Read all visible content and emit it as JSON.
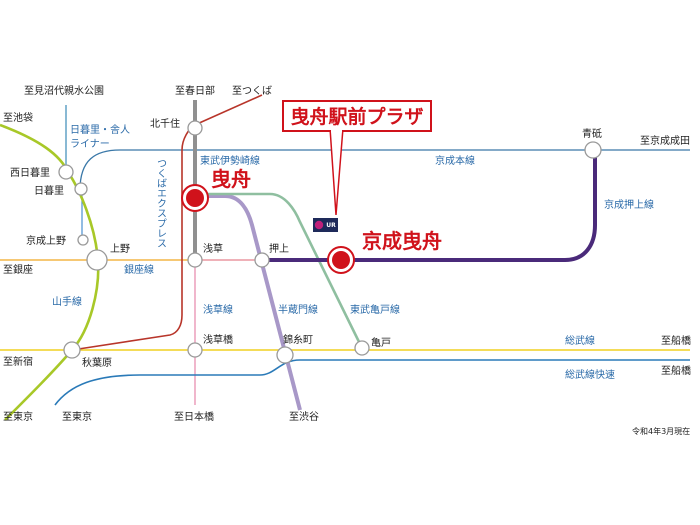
{
  "callout": {
    "label": "曳舟駅前プラザ"
  },
  "logo": {
    "text": "UR"
  },
  "note": "令和4年3月現在",
  "colors": {
    "keisei": "#3a78a8",
    "oshiage": "#4a2a7a",
    "tobu_isesaki": "#909090",
    "tobu_kameido": "#8fbfa0",
    "hanzomon": "#a898c8",
    "ginza": "#f0a820",
    "tsukuba": "#b8352a",
    "yamanote": "#a8c828",
    "asakusa": "#e890b0",
    "sobu": "#f0d020",
    "sobu_rapid": "#2a7ab8",
    "hibiya": "#a0a0a0",
    "nippori_toneri": "#3a8ab8",
    "keihin_blue": "#4a90d0",
    "red": "#d0121b"
  },
  "stations": {
    "hikifune": "曳舟",
    "keisei_hikifune": "京成曳舟",
    "aoto": "青砥",
    "kitasenju": "北千住",
    "nishi_nippori": "西日暮里",
    "nippori": "日暮里",
    "keisei_ueno": "京成上野",
    "ueno": "上野",
    "asakusa": "浅草",
    "oshiage": "押上",
    "asakusabashi": "浅草橋",
    "kinshicho": "錦糸町",
    "kameido": "亀戸",
    "akihabara": "秋葉原"
  },
  "destinations": {
    "minuma": "至見沼代親水公園",
    "ikebukuro": "至池袋",
    "kasukabe": "至春日部",
    "tsukuba": "至つくば",
    "narita": "至京成成田",
    "ginza": "至銀座",
    "shinjuku": "至新宿",
    "funabashi1": "至船橋",
    "funabashi2": "至船橋",
    "tokyo1": "至東京",
    "tokyo2": "至東京",
    "nihonbashi": "至日本橋",
    "shibuya": "至渋谷"
  },
  "lines": {
    "tobu_isesaki": "東武伊勢崎線",
    "keisei_main": "京成本線",
    "keisei_oshiage": "京成押上線",
    "tsukuba_express": "つくばエクスプレス",
    "nippori_toneri_1": "日暮里・舎人",
    "nippori_toneri_2": "ライナー",
    "ginza": "銀座線",
    "yamanote": "山手線",
    "asakusa": "浅草線",
    "hanzomon": "半蔵門線",
    "tobu_kameido": "東武亀戸線",
    "sobu": "総武線",
    "sobu_rapid": "総武線快速"
  }
}
